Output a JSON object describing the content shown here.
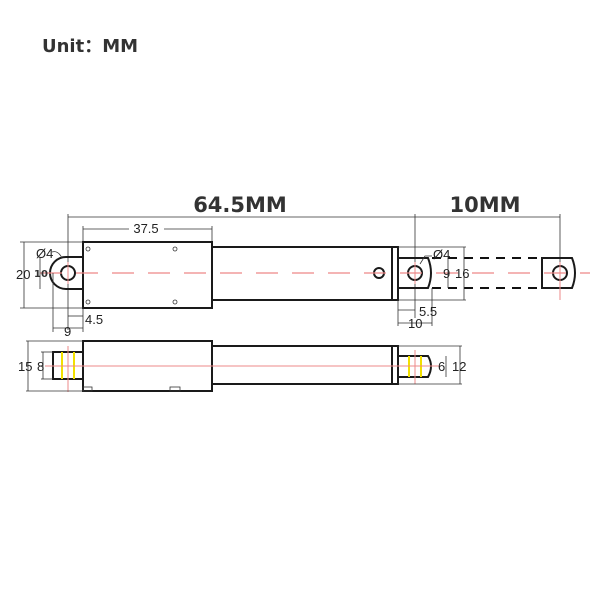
{
  "unit_label": "Unit：MM",
  "dimensions": {
    "stroke_length": "10MM",
    "retracted_length": "64.5MM",
    "housing_length": "37.5",
    "housing_height": "20",
    "rear_clevis_width": "10",
    "rear_hole": "Ø4",
    "rear_offset_4_5": "4.5",
    "rear_offset_9": "9",
    "front_hole": "Ø4",
    "rod_clevis_width": "9",
    "rod_end_height": "16",
    "front_offset_5_5": "5.5",
    "front_offset_10": "10",
    "side_height": "15",
    "side_rear_stub": "8",
    "side_rod_diameter": "6",
    "side_rod_end": "12"
  },
  "colors": {
    "centerline": "#e88888",
    "thread": "#f2e000",
    "outline": "#1a1a1a"
  }
}
